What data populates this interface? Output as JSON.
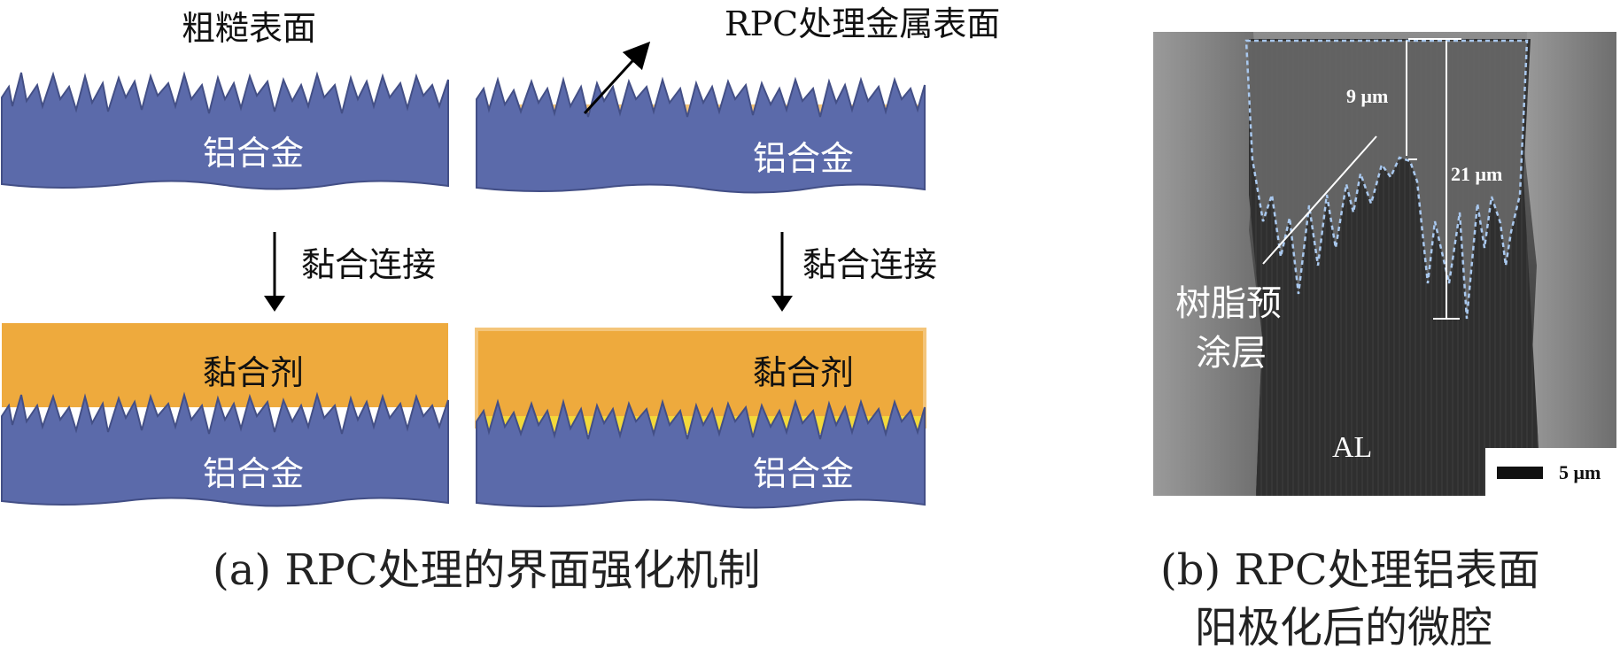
{
  "panel_a": {
    "rough_surface_label": "粗糙表面",
    "rpc_surface_label": "RPC处理金属表面",
    "alloy_label": "铝合金",
    "bonding_label": "黏合连接",
    "adhesive_label": "黏合剂",
    "caption": "(a) RPC处理的界面强化机制"
  },
  "panel_b": {
    "dim_9": "9 μm",
    "dim_21": "21 μm",
    "resin_label_line1": "树脂预",
    "resin_label_line2": "涂层",
    "al_label": "AL",
    "scale_label": "5 μm",
    "caption_line1": "(b) RPC处理铝表面",
    "caption_line2": "阳极化后的微腔"
  },
  "colors": {
    "alloy": "#5b6aaa",
    "alloy_edge": "#434f86",
    "adhesive": "#eeaa3d",
    "rpc_coating": "#f4c57a",
    "rpc_fill": "#f3d93b",
    "sem_bg": "#3a3a3a",
    "dashed_outline": "#a9c8ee"
  }
}
